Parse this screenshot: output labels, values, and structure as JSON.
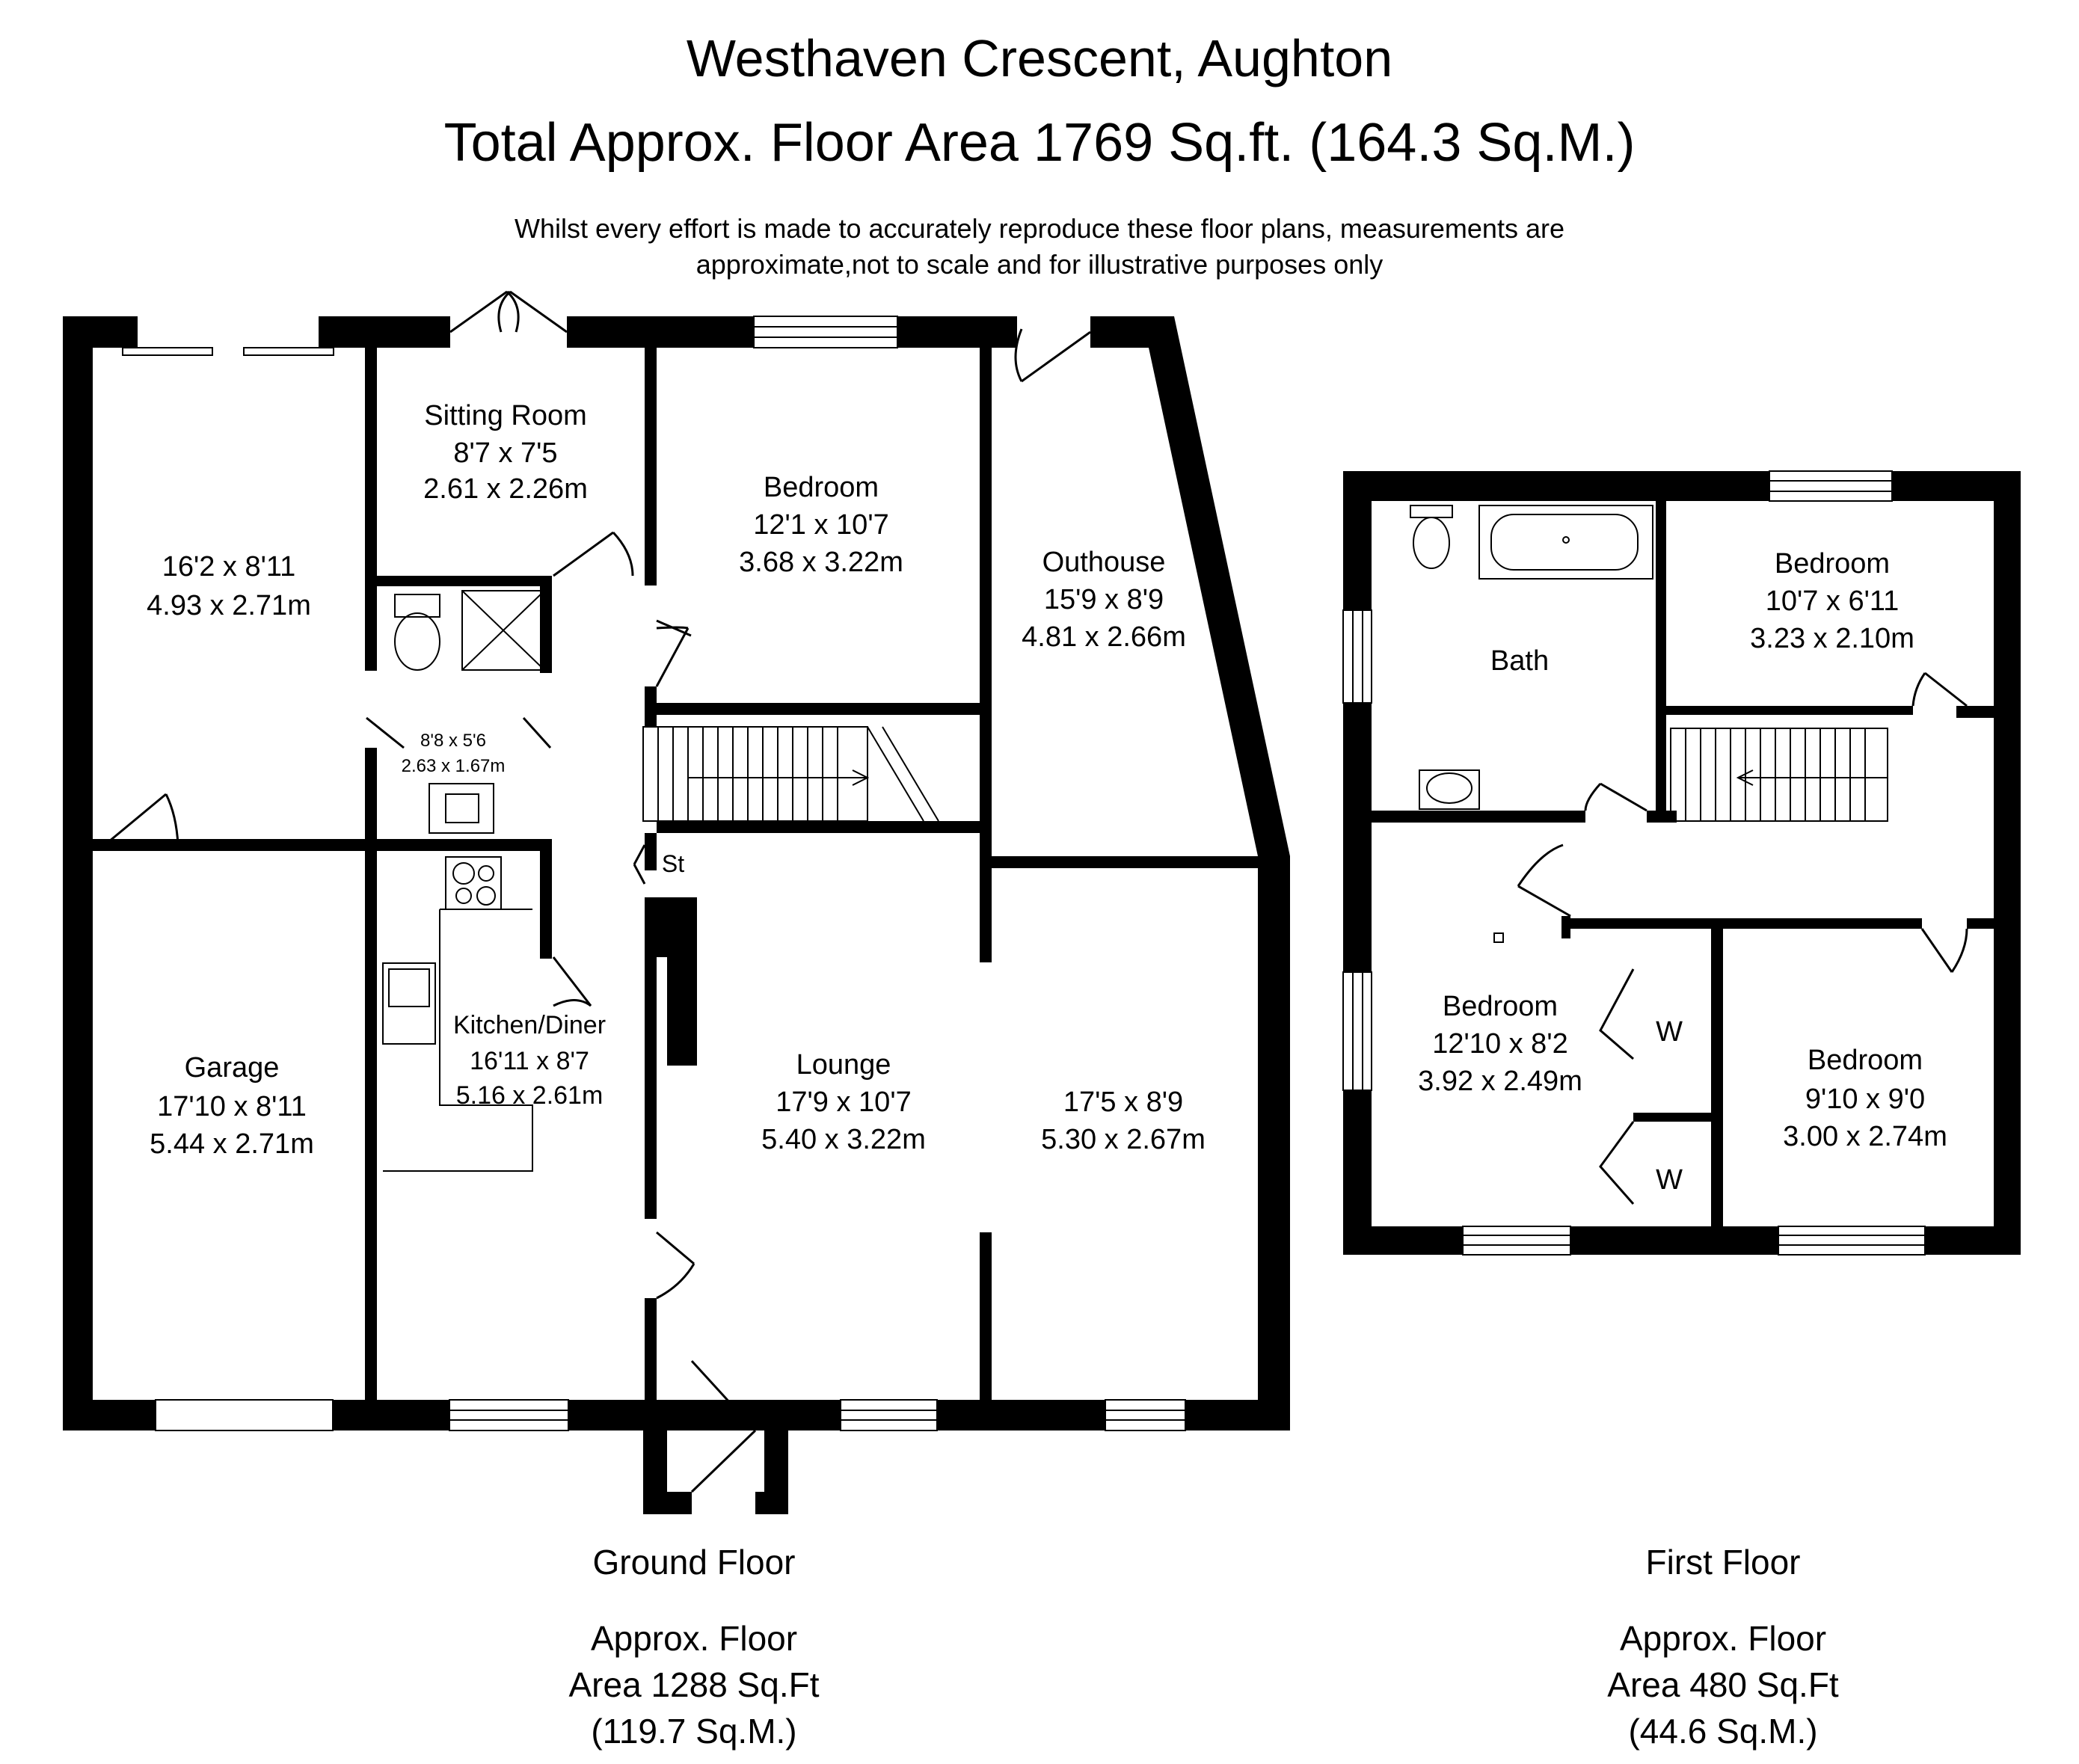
{
  "header": {
    "title": "Westhaven Crescent, Aughton",
    "total_area": "Total Approx. Floor Area 1769 Sq.ft. (164.3 Sq.M.)",
    "disclaimer_line1": "Whilst every effort is made to accurately reproduce these floor plans, measurements are",
    "disclaimer_line2": "approximate,not to scale and for illustrative purposes only"
  },
  "ground_floor": {
    "name": "Ground Floor",
    "area_line1": "Approx. Floor",
    "area_line2": "Area 1288 Sq.Ft",
    "area_line3": "(119.7 Sq.M.)",
    "rooms": {
      "unnamed_room": {
        "imperial": "16'2 x 8'11",
        "metric": "4.93 x 2.71m"
      },
      "sitting_room": {
        "name": "Sitting Room",
        "imperial": "8'7 x 7'5",
        "metric": "2.61 x 2.26m"
      },
      "bedroom": {
        "name": "Bedroom",
        "imperial": "12'1 x 10'7",
        "metric": "3.68 x 3.22m"
      },
      "outhouse": {
        "name": "Outhouse",
        "imperial": "15'9 x 8'9",
        "metric": "4.81 x 2.66m"
      },
      "shower_room": {
        "imperial": "8'8 x 5'6",
        "metric": "2.63 x 1.67m"
      },
      "store": {
        "name": "St"
      },
      "kitchen": {
        "name": "Kitchen/Diner",
        "imperial": "16'11 x 8'7",
        "metric": "5.16 x 2.61m"
      },
      "garage": {
        "name": "Garage",
        "imperial": "17'10 x 8'11",
        "metric": "5.44 x 2.71m"
      },
      "lounge": {
        "name": "Lounge",
        "imperial": "17'9 x 10'7",
        "metric": "5.40 x 3.22m"
      },
      "right_room": {
        "imperial": "17'5 x 8'9",
        "metric": "5.30 x 2.67m"
      }
    }
  },
  "first_floor": {
    "name": "First Floor",
    "area_line1": "Approx. Floor",
    "area_line2": "Area 480 Sq.Ft",
    "area_line3": "(44.6 Sq.M.)",
    "rooms": {
      "bath": {
        "name": "Bath"
      },
      "bedroom_1": {
        "name": "Bedroom",
        "imperial": "10'7 x 6'11",
        "metric": "3.23 x 2.10m"
      },
      "bedroom_2": {
        "name": "Bedroom",
        "imperial": "12'10 x 8'2",
        "metric": "3.92 x 2.49m"
      },
      "bedroom_3": {
        "name": "Bedroom",
        "imperial": "9'10 x 9'0",
        "metric": "3.00 x 2.74m"
      },
      "wardrobe_1": {
        "name": "W"
      },
      "wardrobe_2": {
        "name": "W"
      }
    }
  }
}
